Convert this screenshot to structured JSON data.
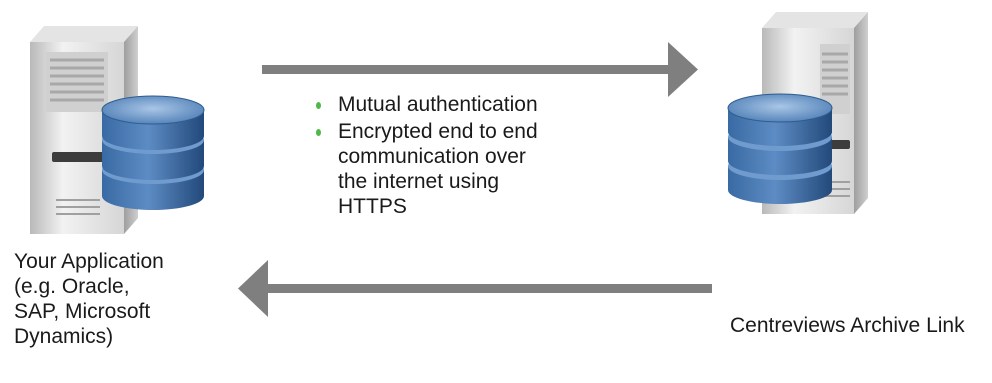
{
  "left_server": {
    "label_lines": [
      "Your Application",
      "(e.g. Oracle,",
      "SAP, Microsoft",
      "Dynamics)"
    ]
  },
  "right_server": {
    "label": "Centreviews Archive Link"
  },
  "bullets": [
    {
      "lines": [
        "Mutual authentication"
      ]
    },
    {
      "lines": [
        "Encrypted end to end",
        "communication over",
        "the internet using",
        "HTTPS"
      ]
    }
  ],
  "colors": {
    "arrow": "#7f7f7f",
    "bullet": "#4fb848",
    "db_top": "#5c86b8",
    "db_body": "#2f5c8f"
  }
}
